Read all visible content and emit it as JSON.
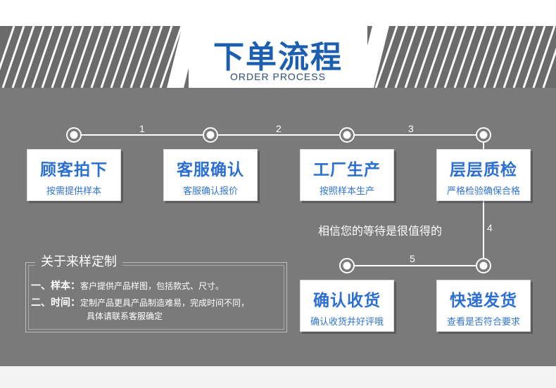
{
  "header": {
    "title": "下单流程",
    "subtitle": "ORDER PROCESS"
  },
  "steps": [
    {
      "title": "顾客拍下",
      "desc": "按需提供样本"
    },
    {
      "title": "客服确认",
      "desc": "客服确认报价"
    },
    {
      "title": "工厂生产",
      "desc": "按照样本生产"
    },
    {
      "title": "层层质检",
      "desc": "严格检验确保合格"
    },
    {
      "title": "快递发货",
      "desc": "查看是否符合要求"
    },
    {
      "title": "确认收货",
      "desc": "确认收货并好评哦"
    }
  ],
  "numbers": [
    "1",
    "2",
    "3",
    "4",
    "5"
  ],
  "waiting_text": "相信您的等待是很值得的",
  "about": {
    "title": "关于来样定制",
    "sample_key": "一、样本：",
    "sample_val": "客户提供产品样图，包括款式、尺寸。",
    "time_key": "二、时间：",
    "time_val": "定制产品更具产品制造难易，完成时间不同，",
    "time_val2": "具体请联系客服确定"
  },
  "colors": {
    "accent": "#1c5fb0",
    "step_text": "#2c6fd2",
    "banner": "#6b6b6b",
    "panel": "#7a7a7a"
  }
}
